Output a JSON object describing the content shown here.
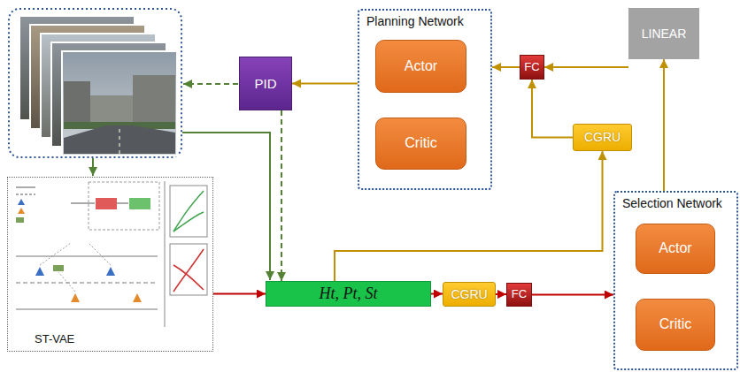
{
  "diagram": {
    "nodes": [
      {
        "text": [
          "Planning Network"
        ]
      },
      {
        "text": [
          "Actor"
        ],
        "in": 0
      },
      {
        "text": [
          "Critic"
        ],
        "in": 0
      },
      {
        "text": [
          "PID"
        ]
      },
      {
        "text": [
          "FC"
        ]
      },
      {
        "text": [
          "LINEAR"
        ]
      },
      {
        "text": [
          "CGRU"
        ]
      },
      {
        "text": [
          "ST-VAE"
        ]
      },
      {
        "text": [
          "Ht, Pt, St"
        ]
      },
      {
        "text": [
          "CGRU"
        ]
      },
      {
        "text": [
          "FC"
        ]
      },
      {
        "text": [
          "Selection Network"
        ]
      },
      {
        "text": [
          "Actor"
        ],
        "in": 11
      },
      {
        "text": [
          "Critic"
        ],
        "in": 11
      }
    ],
    "edges": [
      {
        "from": 7,
        "to": 8,
        "arrow": "to"
      },
      {
        "from": 8,
        "to": 9,
        "arrow": "to"
      },
      {
        "from": 9,
        "to": 10,
        "arrow": "to"
      },
      {
        "from": 10,
        "to": 11,
        "arrow": "to"
      },
      {
        "from": 8,
        "to": 6,
        "arrow": "to"
      },
      {
        "from": 6,
        "to": 4,
        "arrow": "to"
      },
      {
        "from": 11,
        "to": 5,
        "arrow": "to"
      },
      {
        "from": 5,
        "to": 4,
        "arrow": "to"
      },
      {
        "from": 4,
        "to": 0,
        "arrow": "to"
      },
      {
        "from": 0,
        "to": 3,
        "arrow": "to"
      },
      {
        "from": 3,
        "to": 8,
        "arrow": "to"
      }
    ]
  }
}
